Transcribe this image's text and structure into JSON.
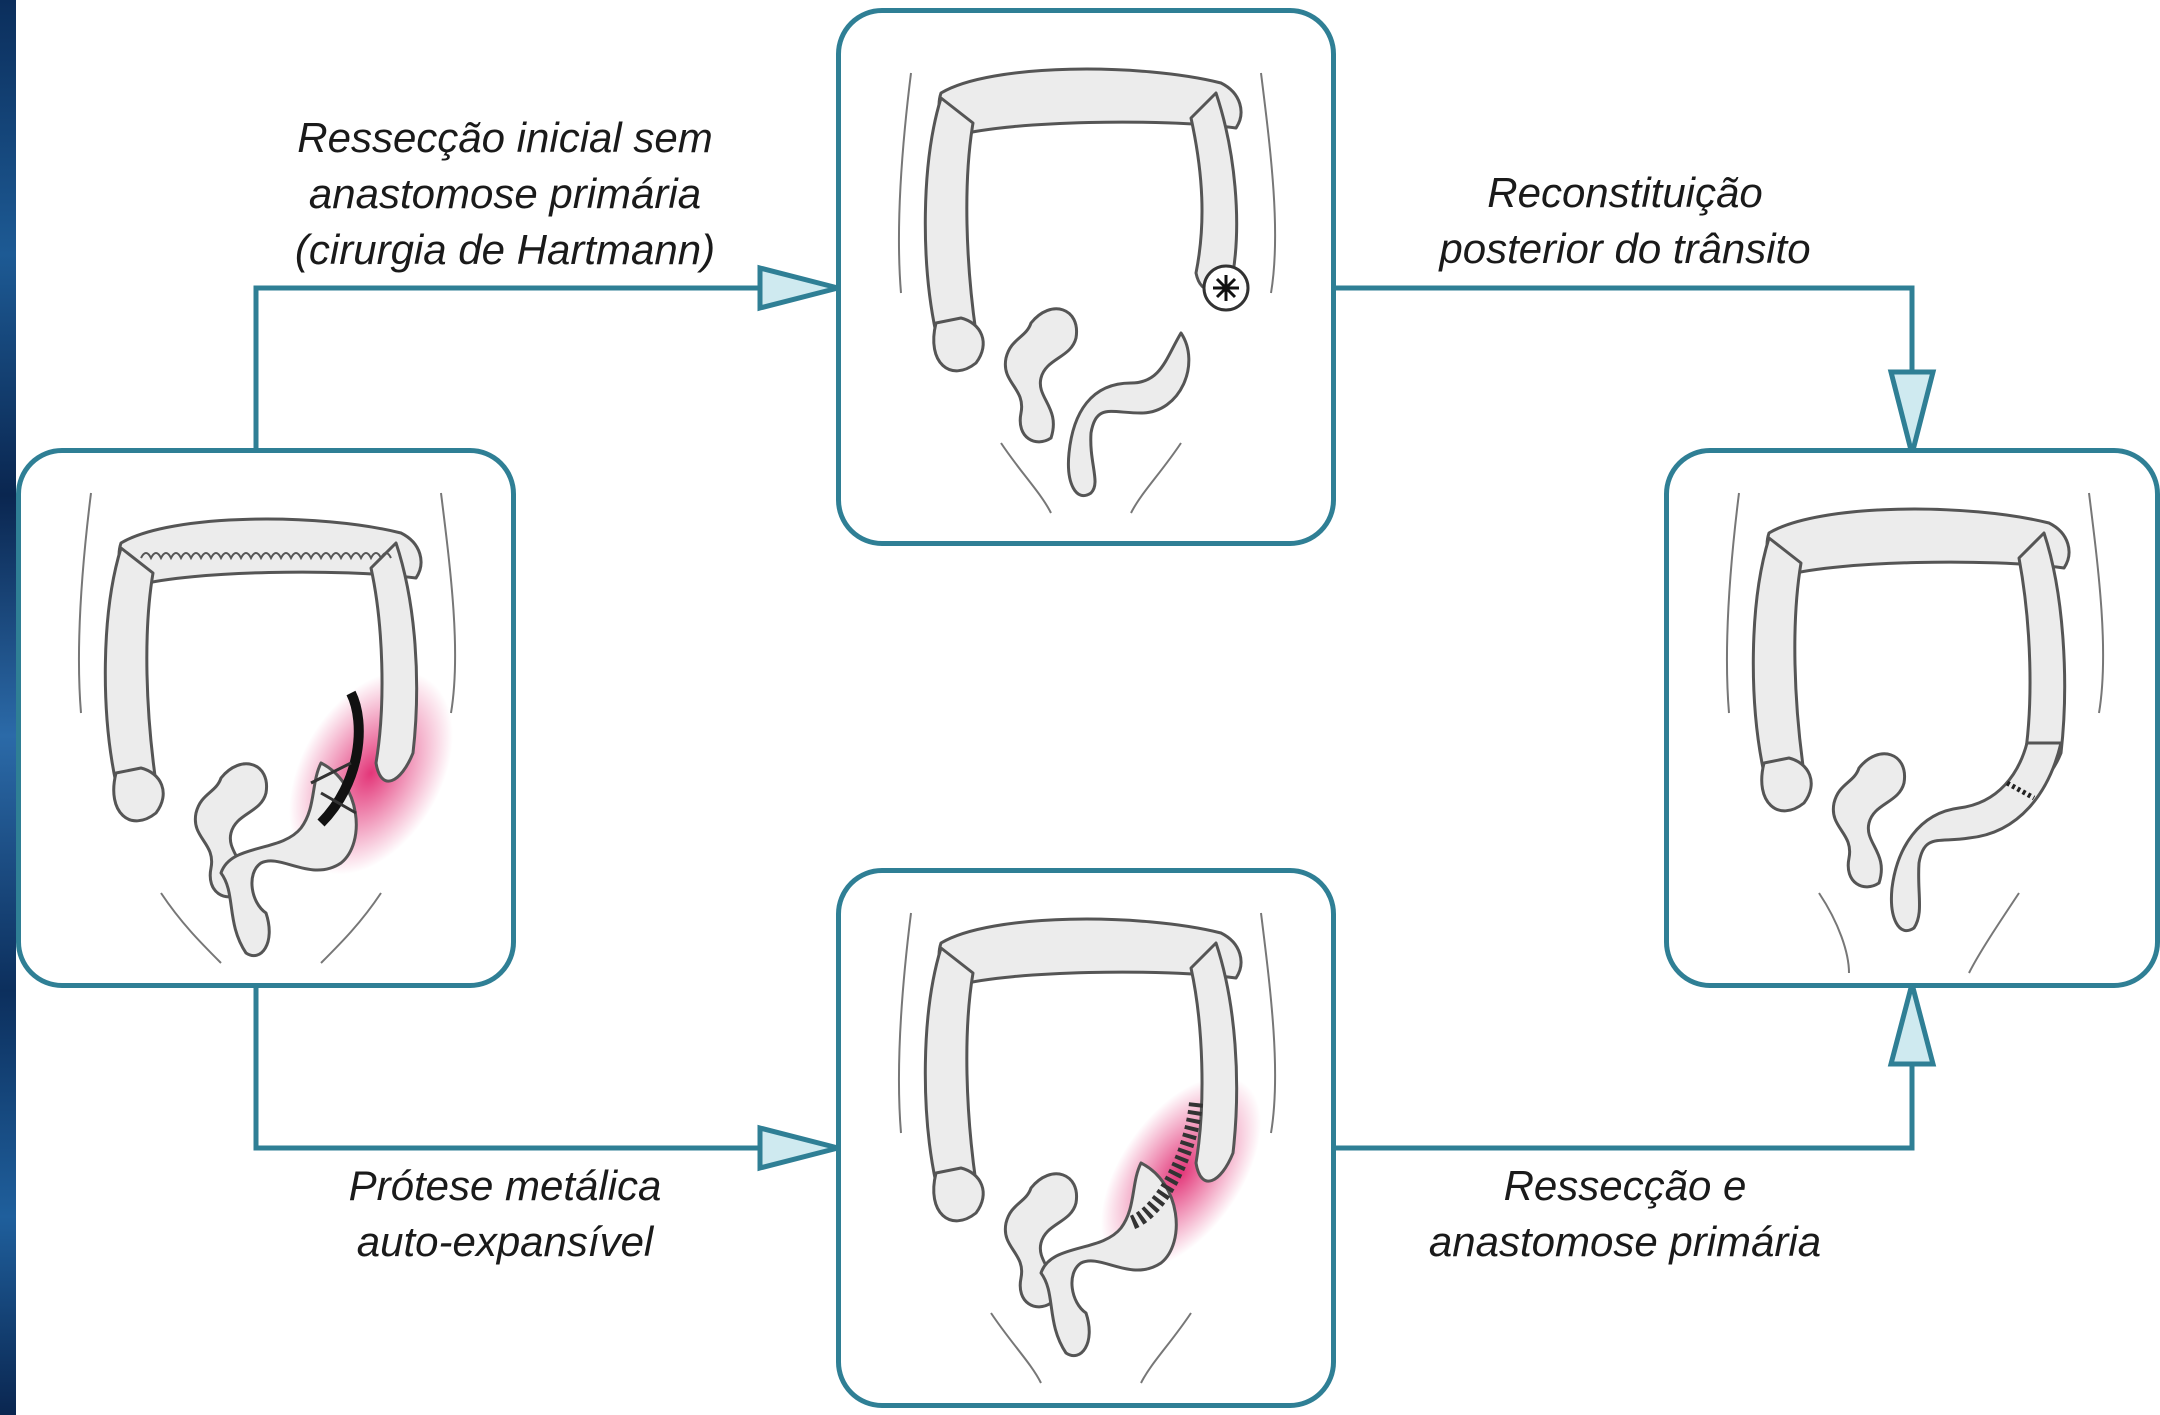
{
  "labels": {
    "hartmann": {
      "line1": "Ressecção inicial sem",
      "line2": "anastomose primária",
      "line3": "(cirurgia de Hartmann)"
    },
    "reconstitution": {
      "line1": "Reconstituição",
      "line2": "posterior do trânsito"
    },
    "stent": {
      "line1": "Prótese metálica",
      "line2": "auto-expansível"
    },
    "primary_anastomosis": {
      "line1": "Ressecção e",
      "line2": "anastomose primária"
    }
  },
  "colors": {
    "box_border": "#2f7f95",
    "arrow_line": "#2f7f95",
    "arrow_fill": "#cfeaf0",
    "colon_fill": "#ececec",
    "colon_stroke": "#555555",
    "inflammation": "#e0206a"
  }
}
